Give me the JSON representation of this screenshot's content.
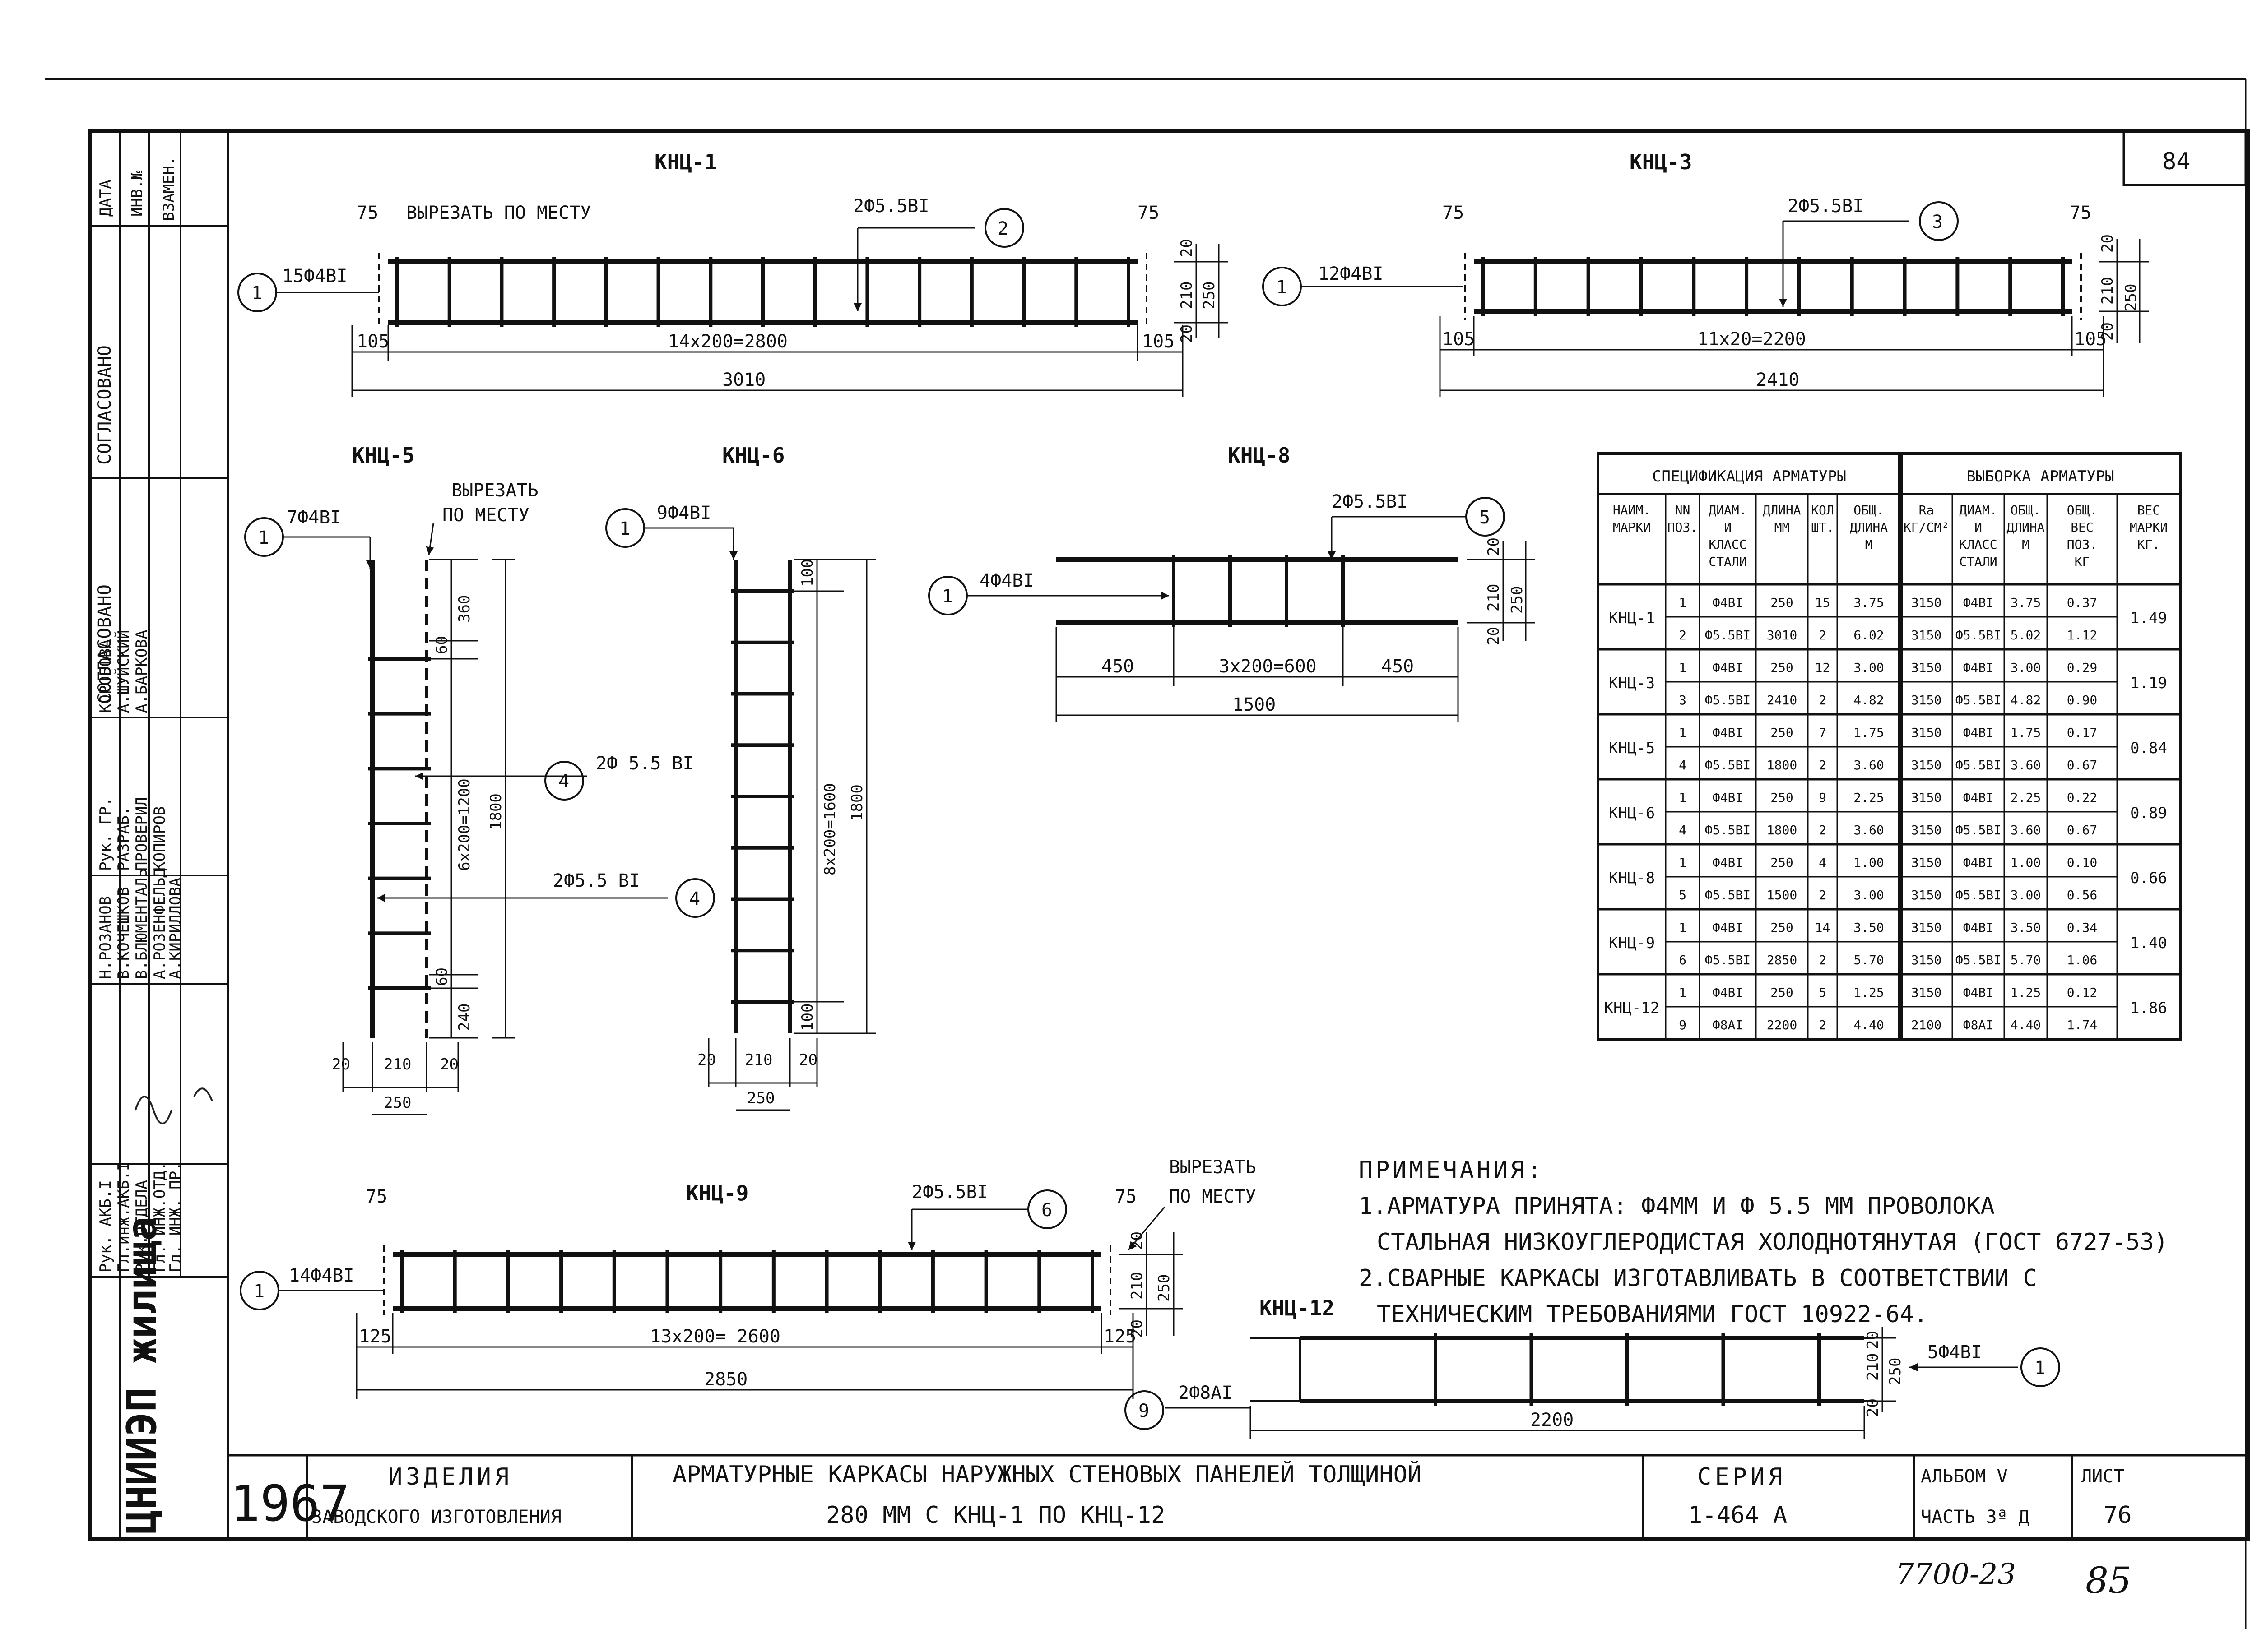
{
  "sheet": {
    "page_number": "84",
    "stamp_bottom_left": "7700-23",
    "stamp_bottom_right": "85"
  },
  "side_stamp": {
    "date": "ДАТА",
    "inv_no": "ИНВ.№",
    "replaced": "ВЗАМЕН.",
    "agreed_1": "СОГЛАСОВАНО",
    "agreed_2": "СОГЛАСОВАНО",
    "org": "ЦНИИЭП жилища",
    "roles": [
      "Рук. АКБ.I",
      "Гл.инж.АКБ.I",
      "Рук.ОТДЕЛА",
      "Гл. ИНЖ.ОТД.",
      "Гл. ИНЖ. ПР.",
      "Рук. ГР.",
      "РАЗРАБ.",
      "ПРОВЕРИЛ",
      "КОПИРОВ"
    ],
    "names": [
      "Н.РОЗАНОВ",
      "В.КОЧЕШКОВ",
      "В.БЛЮМЕНТАЛЬ",
      "А.РОЗЕНФЕЛЬД",
      "А.КИРИЛЛОВА",
      "КОРОБОВА",
      "А.ШУЙСКИЙ",
      "А.БАРКОВА"
    ]
  },
  "knc1": {
    "title": "КНЦ-1",
    "cut_note": "ВЫРЕЗАТЬ ПО МЕСТУ",
    "bar1": "15Ф4ВI",
    "bar2": "2Ф5.5ВI",
    "pos1": "1",
    "pos2": "2",
    "d75a": "75",
    "d75b": "75",
    "d105a": "105",
    "d105b": "105",
    "mid": "14х200=2800",
    "total": "3010",
    "h20a": "20",
    "h210": "210",
    "h20b": "20",
    "h250": "250"
  },
  "knc3": {
    "title": "КНЦ-3",
    "bar1": "12Ф4ВI",
    "bar2": "2Ф5.5ВI",
    "pos1": "1",
    "pos2": "3",
    "d75a": "75",
    "d75b": "75",
    "d105a": "105",
    "d105b": "105",
    "mid": "11х20=2200",
    "total": "2410",
    "h20a": "20",
    "h210": "210",
    "h20b": "20",
    "h250": "250"
  },
  "knc5": {
    "title": "КНЦ-5",
    "cut_note_1": "ВЫРЕЗАТЬ",
    "cut_note_2": "ПО МЕСТУ",
    "bar1": "7Ф4ВI",
    "bar2": "2Ф 5.5 ВI",
    "bar2b": "2Ф5.5 ВI",
    "pos1": "1",
    "pos4": "4",
    "pos4b": "4",
    "v360": "360",
    "v60a": "60",
    "vmid": "6х200=1200",
    "v1800": "1800",
    "v60b": "60",
    "v240": "240",
    "w20a": "20",
    "w210": "210",
    "w20b": "20",
    "w250": "250"
  },
  "knc6": {
    "title": "КНЦ-6",
    "bar1": "9Ф4ВI",
    "pos1": "1",
    "v100a": "100",
    "vmid": "8х200=1600",
    "v1800": "1800",
    "v100b": "100",
    "w20a": "20",
    "w210": "210",
    "w20b": "20",
    "w250": "250"
  },
  "knc8": {
    "title": "КНЦ-8",
    "bar1": "4Ф4ВI",
    "bar2": "2Ф5.5ВI",
    "pos1": "1",
    "pos5": "5",
    "d450a": "450",
    "dmid": "3х200=600",
    "d450b": "450",
    "total": "1500",
    "h20a": "20",
    "h210": "210",
    "h20b": "20",
    "h250": "250"
  },
  "knc9": {
    "title": "КНЦ-9",
    "cut_note_1": "ВЫРЕЗАТЬ",
    "cut_note_2": "ПО МЕСТУ",
    "bar1": "14Ф4ВI",
    "bar2": "2Ф5.5ВI",
    "pos1": "1",
    "pos6": "6",
    "d75a": "75",
    "d75b": "75",
    "d125a": "125",
    "d125b": "125",
    "mid": "13х200= 2600",
    "total": "2850",
    "h20a": "20",
    "h210": "210",
    "h20b": "20",
    "h250": "250"
  },
  "knc12": {
    "title": "КНЦ-12",
    "bar1": "5Ф4ВI",
    "bar2": "2Ф8АI",
    "pos1": "1",
    "pos9": "9",
    "total": "2200",
    "h20a": "20",
    "h210": "210",
    "h20b": "20",
    "h250": "250"
  },
  "spec_table": {
    "head_left": "СПЕЦИФИКАЦИЯ АРМАТУРЫ",
    "head_right": "ВЫБОРКА АРМАТУРЫ",
    "col_headers": [
      "НАИМ. МАРКИ",
      "NN ПОЗ.",
      "ДИАМ. И КЛАСС СТАЛИ",
      "ДЛИНА ММ",
      "КОЛ ШТ.",
      "ОБЩ. ДЛИНА М",
      "Ra КГ/СМ²",
      "ДИАМ. И КЛАСС СТАЛИ",
      "ОБЩ. ДЛИНА М",
      "ОБЩ. ВЕС ПОЗ. КГ",
      "ВЕС МАРКИ КГ."
    ],
    "groups": [
      {
        "mark": "КНЦ-1",
        "weight": "1.49",
        "rows": [
          [
            "1",
            "Ф4ВI",
            "250",
            "15",
            "3.75",
            "3150",
            "Ф4ВI",
            "3.75",
            "0.37"
          ],
          [
            "2",
            "Ф5.5ВI",
            "3010",
            "2",
            "6.02",
            "3150",
            "Ф5.5ВI",
            "5.02",
            "1.12"
          ]
        ]
      },
      {
        "mark": "КНЦ-3",
        "weight": "1.19",
        "rows": [
          [
            "1",
            "Ф4ВI",
            "250",
            "12",
            "3.00",
            "3150",
            "Ф4ВI",
            "3.00",
            "0.29"
          ],
          [
            "3",
            "Ф5.5ВI",
            "2410",
            "2",
            "4.82",
            "3150",
            "Ф5.5ВI",
            "4.82",
            "0.90"
          ]
        ]
      },
      {
        "mark": "КНЦ-5",
        "weight": "0.84",
        "rows": [
          [
            "1",
            "Ф4ВI",
            "250",
            "7",
            "1.75",
            "3150",
            "Ф4ВI",
            "1.75",
            "0.17"
          ],
          [
            "4",
            "Ф5.5ВI",
            "1800",
            "2",
            "3.60",
            "3150",
            "Ф5.5ВI",
            "3.60",
            "0.67"
          ]
        ]
      },
      {
        "mark": "КНЦ-6",
        "weight": "0.89",
        "rows": [
          [
            "1",
            "Ф4ВI",
            "250",
            "9",
            "2.25",
            "3150",
            "Ф4ВI",
            "2.25",
            "0.22"
          ],
          [
            "4",
            "Ф5.5ВI",
            "1800",
            "2",
            "3.60",
            "3150",
            "Ф5.5ВI",
            "3.60",
            "0.67"
          ]
        ]
      },
      {
        "mark": "КНЦ-8",
        "weight": "0.66",
        "rows": [
          [
            "1",
            "Ф4ВI",
            "250",
            "4",
            "1.00",
            "3150",
            "Ф4ВI",
            "1.00",
            "0.10"
          ],
          [
            "5",
            "Ф5.5ВI",
            "1500",
            "2",
            "3.00",
            "3150",
            "Ф5.5ВI",
            "3.00",
            "0.56"
          ]
        ]
      },
      {
        "mark": "КНЦ-9",
        "weight": "1.40",
        "rows": [
          [
            "1",
            "Ф4ВI",
            "250",
            "14",
            "3.50",
            "3150",
            "Ф4ВI",
            "3.50",
            "0.34"
          ],
          [
            "6",
            "Ф5.5ВI",
            "2850",
            "2",
            "5.70",
            "3150",
            "Ф5.5ВI",
            "5.70",
            "1.06"
          ]
        ]
      },
      {
        "mark": "КНЦ-12",
        "weight": "1.86",
        "rows": [
          [
            "1",
            "Ф4ВI",
            "250",
            "5",
            "1.25",
            "3150",
            "Ф4ВI",
            "1.25",
            "0.12"
          ],
          [
            "9",
            "Ф8АI",
            "2200",
            "2",
            "4.40",
            "2100",
            "Ф8АI",
            "4.40",
            "1.74"
          ]
        ]
      }
    ]
  },
  "notes": {
    "title": "ПРИМЕЧАНИЯ:",
    "line1": "1.АРМАТУРА ПРИНЯТА: Ф4ММ И Ф 5.5 ММ ПРОВОЛОКА",
    "line2": "СТАЛЬНАЯ НИЗКОУГЛЕРОДИСТАЯ ХОЛОДНОТЯНУТАЯ (ГОСТ 6727-53)",
    "line3": "2.СВАРНЫЕ КАРКАСЫ ИЗГОТАВЛИВАТЬ В СООТВЕТСТВИИ С",
    "line4": "ТЕХНИЧЕСКИМ ТРЕБОВАНИЯМИ ГОСТ 10922-64."
  },
  "title_block": {
    "year": "1967",
    "product_1": "ИЗДЕЛИЯ",
    "product_2": "ЗАВОДСКОГО ИЗГОТОВЛЕНИЯ",
    "title_1": "АРМАТУРНЫЕ КАРКАСЫ НАРУЖНЫХ СТЕНОВЫХ ПАНЕЛЕЙ ТОЛЩИНОЙ",
    "title_2": "280 ММ С КНЦ-1 ПО КНЦ-12",
    "series_label": "СЕРИЯ",
    "series": "1-464 А",
    "album": "АЛЬБОМ V",
    "part": "ЧАСТЬ 3ª Д",
    "sheet_label": "ЛИСТ",
    "sheet_no": "76"
  }
}
